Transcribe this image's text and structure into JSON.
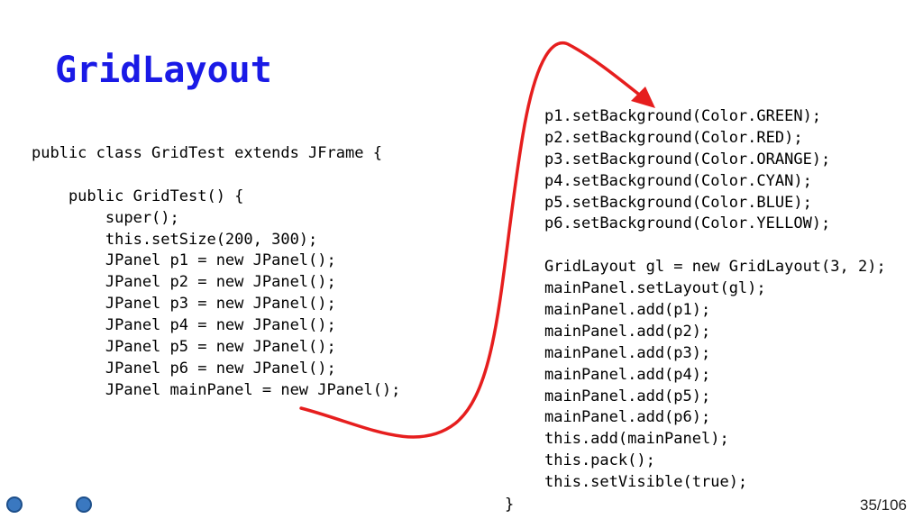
{
  "slide": {
    "title": "GridLayout",
    "page_number": "35/106",
    "code_left": [
      "public class GridTest extends JFrame {",
      "",
      "    public GridTest() {",
      "        super();",
      "        this.setSize(200, 300);",
      "        JPanel p1 = new JPanel();",
      "        JPanel p2 = new JPanel();",
      "        JPanel p3 = new JPanel();",
      "        JPanel p4 = new JPanel();",
      "        JPanel p5 = new JPanel();",
      "        JPanel p6 = new JPanel();",
      "        JPanel mainPanel = new JPanel();"
    ],
    "code_right": [
      "p1.setBackground(Color.GREEN);",
      "p2.setBackground(Color.RED);",
      "p3.setBackground(Color.ORANGE);",
      "p4.setBackground(Color.CYAN);",
      "p5.setBackground(Color.BLUE);",
      "p6.setBackground(Color.YELLOW);",
      "",
      "GridLayout gl = new GridLayout(3, 2);",
      "mainPanel.setLayout(gl);",
      "mainPanel.add(p1);",
      "mainPanel.add(p2);",
      "mainPanel.add(p3);",
      "mainPanel.add(p4);",
      "mainPanel.add(p5);",
      "mainPanel.add(p6);",
      "this.add(mainPanel);",
      "this.pack();",
      "this.setVisible(true);"
    ],
    "closing_brace": "}"
  },
  "colors": {
    "title": "#1a1ae6",
    "arrow": "#e61e1e",
    "nav_dot": "#3a78c0"
  },
  "icons": {
    "arrow": "curved-arrow-icon",
    "nav_prev": "circle-icon",
    "nav_next": "circle-icon"
  }
}
